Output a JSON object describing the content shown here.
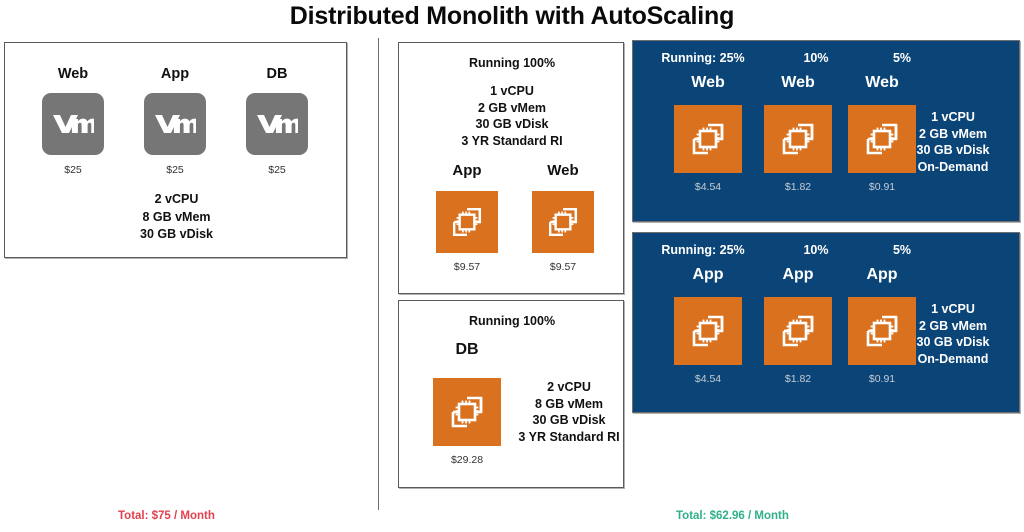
{
  "title": "Distributed Monolith with AutoScaling",
  "colors": {
    "aws_blue": "#0b4578",
    "aws_orange": "#d9711e",
    "vmware_gray": "#767676",
    "total_left": "#e2414d",
    "total_right": "#2fb08a"
  },
  "left_panel": {
    "name": "vmware-on-prem",
    "columns": [
      {
        "label": "Web",
        "icon": "vmware-logo-icon",
        "price": "$25"
      },
      {
        "label": "App",
        "icon": "vmware-logo-icon",
        "price": "$25"
      },
      {
        "label": "DB",
        "icon": "vmware-logo-icon",
        "price": "$25"
      }
    ],
    "spec": "2 vCPU\n8 GB vMem\n30 GB vDisk"
  },
  "middle": {
    "top": {
      "running": "Running 100%",
      "spec": "1 vCPU\n2 GB vMem\n30 GB vDisk\n3 YR Standard RI",
      "columns": [
        {
          "label": "App",
          "icon": "aws-ec2-icon",
          "price": "$9.57"
        },
        {
          "label": "Web",
          "icon": "aws-ec2-icon",
          "price": "$9.57"
        }
      ]
    },
    "bottom": {
      "running": "Running 100%",
      "label": "DB",
      "icon": "aws-ec2-icon",
      "price": "$29.28",
      "spec": "2 vCPU\n8 GB vMem\n30 GB vDisk\n3 YR Standard RI"
    }
  },
  "right": {
    "web_panel": {
      "running": [
        "Running: 25%",
        "10%",
        "5%"
      ],
      "columns": [
        {
          "label": "Web",
          "icon": "aws-ec2-icon",
          "price": "$4.54"
        },
        {
          "label": "Web",
          "icon": "aws-ec2-icon",
          "price": "$1.82"
        },
        {
          "label": "Web",
          "icon": "aws-ec2-icon",
          "price": "$0.91"
        }
      ],
      "spec": "1 vCPU\n2 GB vMem\n30 GB vDisk\nOn-Demand"
    },
    "app_panel": {
      "running": [
        "Running: 25%",
        "10%",
        "5%"
      ],
      "columns": [
        {
          "label": "App",
          "icon": "aws-ec2-icon",
          "price": "$4.54"
        },
        {
          "label": "App",
          "icon": "aws-ec2-icon",
          "price": "$1.82"
        },
        {
          "label": "App",
          "icon": "aws-ec2-icon",
          "price": "$0.91"
        }
      ],
      "spec": "1 vCPU\n2 GB vMem\n30 GB vDisk\nOn-Demand"
    }
  },
  "totals": {
    "left": "Total: $75 / Month",
    "right": "Total: $62.96 / Month"
  }
}
